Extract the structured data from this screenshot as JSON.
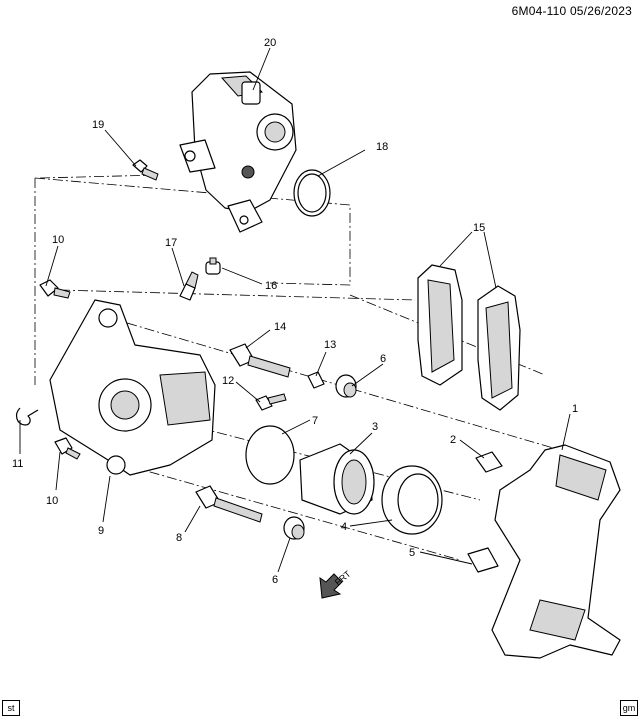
{
  "header": {
    "ref": "6M04-110",
    "date": "05/26/2023"
  },
  "corners": {
    "left": "st",
    "right": "gm"
  },
  "frt_label": "FRT",
  "callouts": {
    "c1": "1",
    "c2": "2",
    "c3": "3",
    "c4": "4",
    "c5": "5",
    "c6a": "6",
    "c6b": "6",
    "c7": "7",
    "c8": "8",
    "c9": "9",
    "c10a": "10",
    "c10b": "10",
    "c11": "11",
    "c12": "12",
    "c13": "13",
    "c14": "14",
    "c15": "15",
    "c16": "16",
    "c17": "17",
    "c18": "18",
    "c19": "19",
    "c20": "20"
  }
}
